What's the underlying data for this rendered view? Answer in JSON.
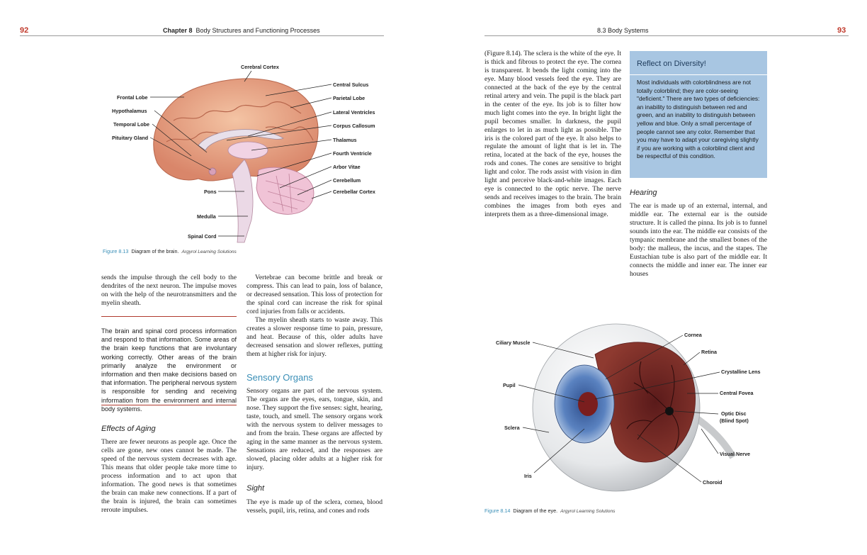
{
  "left_page": {
    "page_number": "92",
    "running_head_chapter": "Chapter 8",
    "running_head_title": "Body Structures and Functioning Processes",
    "brain_labels": {
      "cerebral_cortex": "Cerebral Cortex",
      "frontal_lobe": "Frontal Lobe",
      "hypothalamus": "Hypothalamus",
      "temporal_lobe": "Temporal Lobe",
      "pituitary_gland": "Pituitary Gland",
      "pons": "Pons",
      "medulla": "Medulla",
      "spinal_cord": "Spinal Cord",
      "central_sulcus": "Central Sulcus",
      "parietal_lobe": "Parietal Lobe",
      "lateral_ventricles": "Lateral Ventricles",
      "corpus_callosum": "Corpus Callosum",
      "thalamus": "Thalamus",
      "fourth_ventricle": "Fourth Ventricle",
      "arbor_vitae": "Arbor Vitae",
      "cerebellum": "Cerebellum",
      "cerebellar_cortex": "Cerebellar Cortex"
    },
    "figure_caption": {
      "number": "Figure 8.13",
      "text": "Diagram of the brain.",
      "credit": "Argyrol Learning Solutions"
    },
    "col1_para1": "sends the impulse through the cell body to the dendrites of the next neuron. The impulse moves on with the help of the neurotransmitters and the myelin sheath.",
    "col1_callout": "The brain and spinal cord process information and respond to that information. Some areas of the brain keep functions that are involuntary working correctly. Other areas of the brain primarily analyze the environment or information and then make decisions based on that information. The peripheral nervous system is responsible for sending and receiving information from the environment and internal body systems.",
    "effects_heading": "Effects of Aging",
    "effects_para": "There are fewer neurons as people age. Once the cells are gone, new ones cannot be made. The speed of the nervous system decreases with age. This means that older people take more time to process information and to act upon that information. The good news is that sometimes the brain can make new connections. If a part of the brain is injured, the brain can sometimes reroute impulses.",
    "col2_para1": "Vertebrae can become brittle and break or compress. This can lead to pain, loss of balance, or decreased sensation. This loss of protection for the spinal cord can increase the risk for spinal cord injuries from falls or accidents.",
    "col2_para2": "The myelin sheath starts to waste away. This creates a slower response time to pain, pressure, and heat. Because of this, older adults have decreased sensation and slower reflexes, putting them at higher risk for injury.",
    "sensory_heading": "Sensory Organs",
    "sensory_para": "Sensory organs are part of the nervous system. The organs are the eyes, ears, tongue, skin, and nose. They support the five senses: sight, hearing, taste, touch, and smell. The sensory organs work with the nervous system to deliver messages to and from the brain. These organs are affected by aging in the same manner as the nervous system. Sensations are reduced, and the responses are slowed, placing older adults at a higher risk for injury.",
    "sight_heading": "Sight",
    "sight_para": "The eye is made up of the sclera, cornea, blood vessels, pupil, iris, retina, and cones and rods"
  },
  "right_page": {
    "page_number": "93",
    "running_head": "8.3 Body Systems",
    "col1_para": "(Figure 8.14). The sclera is the white of the eye. It is thick and fibrous to protect the eye. The cornea is transparent. It bends the light coming into the eye. Many blood vessels feed the eye. They are connected at the back of the eye by the central retinal artery and vein. The pupil is the black part in the center of the eye. Its job is to filter how much light comes into the eye. In bright light the pupil becomes smaller. In darkness, the pupil enlarges to let in as much light as possible. The iris is the colored part of the eye. It also helps to regulate the amount of light that is let in. The retina, located at the back of the eye, houses the rods and cones. The cones are sensitive to bright light and color. The rods assist with vision in dim light and perceive black-and-white images. Each eye is connected to the optic nerve. The nerve sends and receives images to the brain. The brain combines the images from both eyes and interprets them as a three-dimensional image.",
    "diversity_title": "Reflect on Diversity!",
    "diversity_text": "Most individuals with colorblindness are not totally colorblind; they are color-seeing \"deficient.\" There are two types of deficiencies: an inability to distinguish between red and green, and an inability to distinguish between yellow and blue. Only a small percentage of people cannot see any color. Remember that you may have to adapt your caregiving slightly if you are working with a colorblind client and be respectful of this condition.",
    "hearing_heading": "Hearing",
    "hearing_para": "The ear is made up of an external, internal, and middle ear. The external ear is the outside structure. It is called the pinna. Its job is to funnel sounds into the ear. The middle ear consists of the tympanic membrane and the smallest bones of the body: the malleus, the incus, and the stapes. The Eustachian tube is also part of the middle ear. It connects the middle and inner ear. The inner ear houses",
    "eye_labels": {
      "cornea": "Cornea",
      "ciliary_muscle": "Ciliary Muscle",
      "retina": "Retina",
      "crystalline_lens": "Crystalline Lens",
      "pupil": "Pupil",
      "central_fovea": "Central Fovea",
      "optic_disc_1": "Optic Disc",
      "optic_disc_2": "(Blind Spot)",
      "sclera": "Sclera",
      "visual_nerve": "Visual Nerve",
      "iris": "Iris",
      "choroid": "Choroid"
    },
    "figure_caption": {
      "number": "Figure 8.14",
      "text": "Diagram of the eye.",
      "credit": "Argyrol Learning Solutions"
    }
  },
  "colors": {
    "page_number_red": "#c0392b",
    "heading_blue": "#3a8fb7",
    "callout_box_blue": "#a8c6e2",
    "callout_rule_red": "#b03a2e"
  }
}
